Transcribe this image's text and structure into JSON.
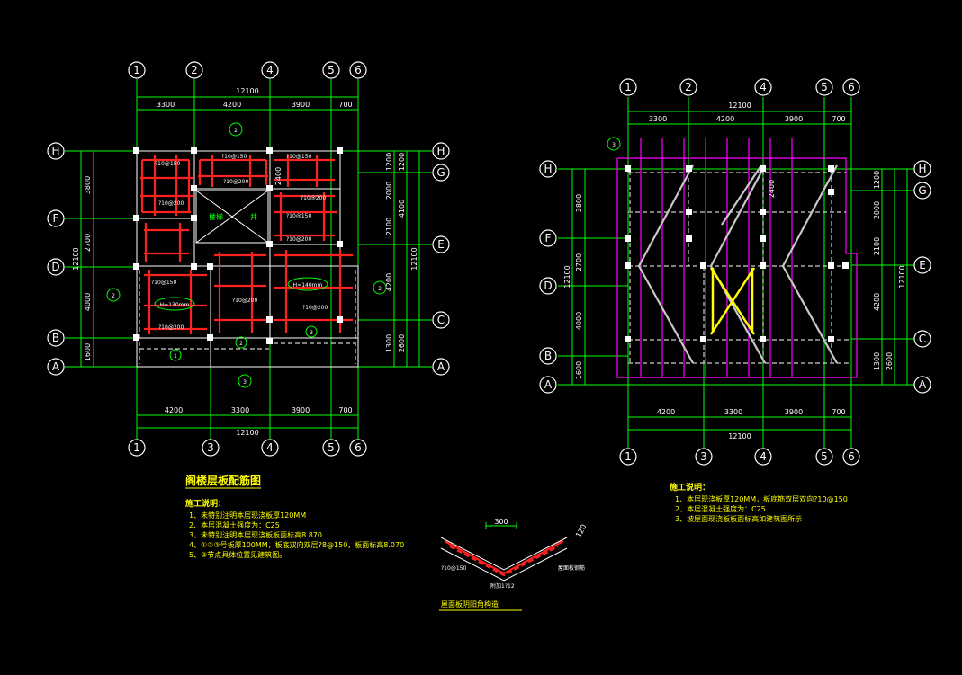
{
  "left_plan": {
    "title": "阁楼层板配筋图",
    "axis_top": [
      "1",
      "2",
      "4",
      "5",
      "6"
    ],
    "axis_bottom": [
      "1",
      "3",
      "4",
      "5",
      "6"
    ],
    "axis_left": [
      "H",
      "F",
      "D",
      "B",
      "A"
    ],
    "axis_right": [
      "H",
      "G",
      "E",
      "C",
      "A"
    ],
    "dims_top": [
      "3300",
      "4200",
      "3900",
      "700"
    ],
    "dim_total_top": "12100",
    "dims_bottom": [
      "4200",
      "3300",
      "3900",
      "700"
    ],
    "dim_total_bottom": "12100",
    "dims_left": [
      "3800",
      "2700",
      "4000",
      "1600"
    ],
    "dim_total_left": "12100",
    "dims_right_inner": [
      "1200",
      "2000",
      "2100",
      "4200",
      "1300"
    ],
    "dims_right_outer": [
      "1200",
      "4100",
      "2600"
    ],
    "dim_total_right": "12100",
    "dim_2400": "2400",
    "slab_h1": "H=130mm",
    "slab_h2": "H=140mm",
    "zones": [
      "1",
      "2",
      "3"
    ],
    "stair_label": "楼梯",
    "stair_label2": "井",
    "rebars": [
      "?10@150",
      "?10@200",
      "?10@150",
      "?10@200",
      "?10@150",
      "?10@200",
      "?10@150",
      "?10@200",
      "?10@150",
      "?10@200",
      "?10@200",
      "?10@200"
    ],
    "section_marks": [
      "2",
      "2",
      "2",
      "3"
    ],
    "notes_title": "施工说明：",
    "notes": [
      "1、未特别注明本层现浇板厚120MM",
      "2、本层混凝土强度为：C25",
      "3、未特别注明本层现浇板板面标高8.870",
      "4、①②③号板厚100MM，板底双向双层?8@150，板面标高8.070",
      "5、③节点具体位置见建筑图。"
    ]
  },
  "right_plan": {
    "axis_top": [
      "1",
      "2",
      "4",
      "5",
      "6"
    ],
    "axis_bottom": [
      "1",
      "3",
      "4",
      "5",
      "6"
    ],
    "axis_left": [
      "H",
      "F",
      "D",
      "B",
      "A"
    ],
    "axis_right": [
      "H",
      "G",
      "E",
      "C",
      "A"
    ],
    "dims_top": [
      "3300",
      "4200",
      "3900",
      "700"
    ],
    "dim_total_top": "12100",
    "dims_bottom": [
      "4200",
      "3300",
      "3900",
      "700"
    ],
    "dim_total_bottom": "12100",
    "dims_left": [
      "3800",
      "2700",
      "4000",
      "1600"
    ],
    "dim_total_left": "12100",
    "dims_right_inner": [
      "1200",
      "2000",
      "2100",
      "4200",
      "1300"
    ],
    "dims_right_outer": [
      "2600"
    ],
    "dim_total_right": "12100",
    "dim_2400": "2400",
    "section_mark": "3",
    "notes_title": "施工说明：",
    "notes": [
      "1、本层现浇板厚120MM，板底筋双层双向?10@150",
      "2、本层混凝土强度为：C25",
      "3、坡屋面现浇板板面标高如建筑图所示"
    ]
  },
  "detail": {
    "title": "屋面板阴阳角构造",
    "dim_300": "300",
    "dim_120": "120",
    "rebar_label": "?10@150",
    "label_right": "屋面板钢筋",
    "label_bottom": "附加1?12"
  },
  "colors": {
    "background": "#000000",
    "dimension": "#00ff00",
    "wall": "#ffffff",
    "rebar": "#ff2020",
    "outline": "#ff00ff",
    "note": "#ffff00",
    "beam": "#00d0ff"
  }
}
